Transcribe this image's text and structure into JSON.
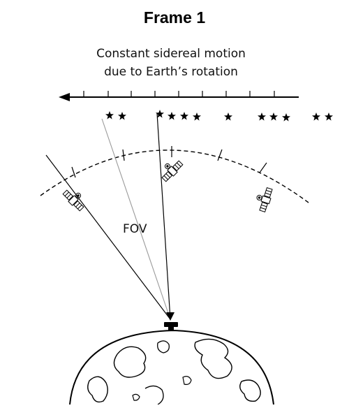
{
  "title": "Frame 1",
  "caption_line1": "Constant sidereal motion",
  "caption_line2": "due to Earth’s rotation",
  "fov_label": "FOV",
  "colors": {
    "ink": "#000000",
    "ray_gray": "#9a9a9a"
  },
  "icons": [
    "arrow-left-icon",
    "star-icon",
    "satellite-icon",
    "telescope-icon",
    "earth-icon"
  ]
}
